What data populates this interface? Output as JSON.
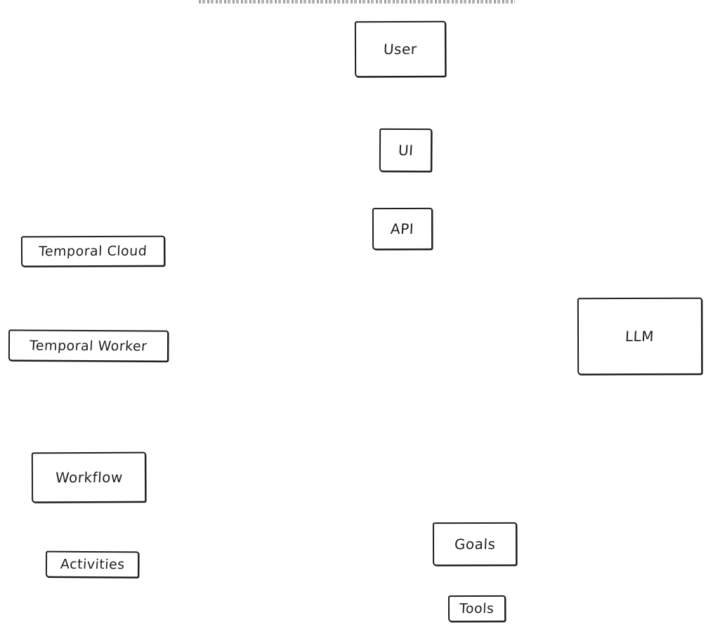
{
  "diagram": {
    "colors": {
      "stroke": "#1e1e1e",
      "background": "#ffffff"
    },
    "nodes": [
      {
        "id": "user",
        "label": "User"
      },
      {
        "id": "ui",
        "label": "UI"
      },
      {
        "id": "api",
        "label": "API"
      },
      {
        "id": "temporal-cloud",
        "label": "Temporal Cloud"
      },
      {
        "id": "temporal-worker",
        "label": "Temporal Worker"
      },
      {
        "id": "llm",
        "label": "LLM"
      },
      {
        "id": "workflow",
        "label": "Workflow"
      },
      {
        "id": "activities",
        "label": "Activities"
      },
      {
        "id": "goals",
        "label": "Goals"
      },
      {
        "id": "tools",
        "label": "Tools"
      }
    ]
  }
}
